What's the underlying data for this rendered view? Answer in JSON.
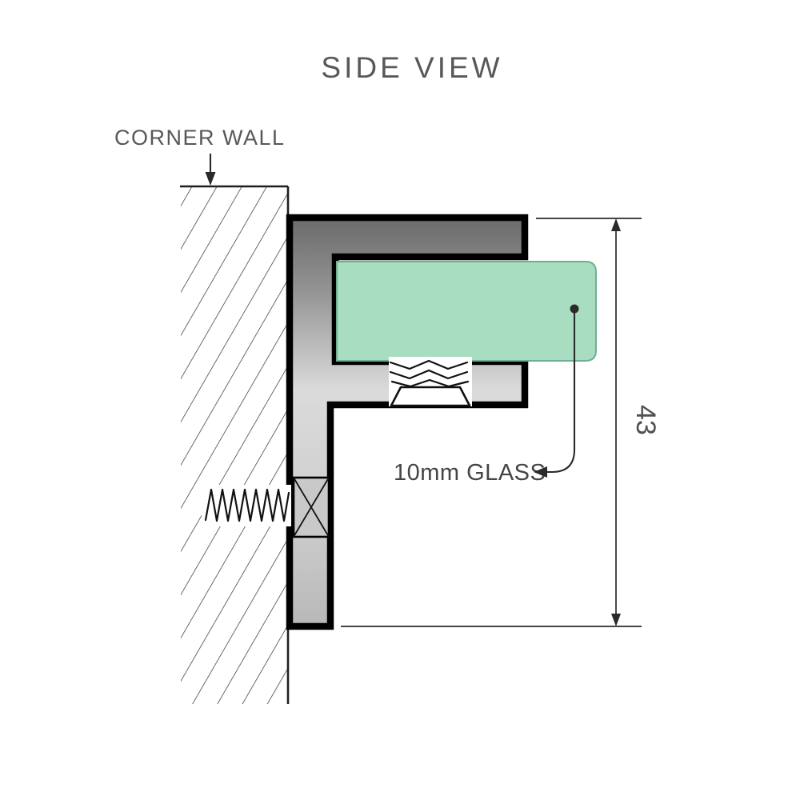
{
  "title": "SIDE VIEW",
  "callouts": {
    "wall_label": "CORNER WALL",
    "glass_label": "10mm GLASS"
  },
  "dimension": {
    "value": "43"
  },
  "colors": {
    "text": "#57585a",
    "line": "#2a2a2a",
    "outline": "#000000",
    "glass_fill": "#a8ddc2",
    "glass_stroke": "#6fae90",
    "metal_dark": "#6a6a6a",
    "metal_light": "#dadada",
    "background": "#ffffff"
  }
}
